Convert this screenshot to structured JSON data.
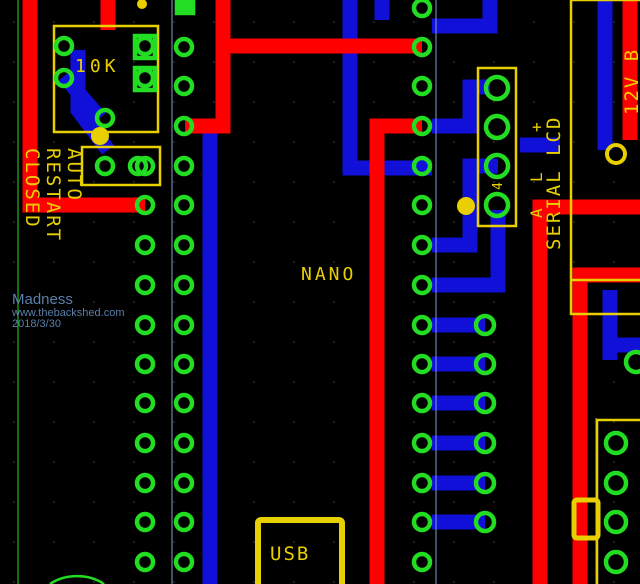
{
  "board": {
    "part_value": "10K",
    "module_label": "NANO",
    "usb_label": "USB",
    "auto_restart_label": [
      "AUTO",
      "RESTART",
      "CLOSED"
    ],
    "lcd_label": [
      "SERIAL LCD",
      "+",
      "L",
      "A"
    ],
    "right_edge_label": "12V B",
    "pin_four_marker": "4"
  },
  "watermark": {
    "name": "Madness",
    "site": "www.thebackshed.com",
    "date": "2018/3/30"
  },
  "colors": {
    "background": "#000000",
    "top_copper": "#ff0000",
    "bottom_copper": "#1010d8",
    "pads": "#22dd22",
    "silkscreen": "#e8d000",
    "watermark": "#5a7fa8"
  }
}
